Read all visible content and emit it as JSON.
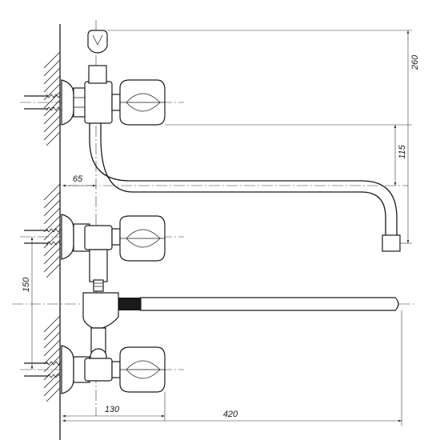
{
  "dimensions": {
    "d260": "260",
    "d115": "115",
    "d65": "65",
    "d150": "150",
    "d130": "130",
    "d420": "420"
  },
  "colors": {
    "line": "#1a1a1a",
    "background": "#ffffff"
  }
}
